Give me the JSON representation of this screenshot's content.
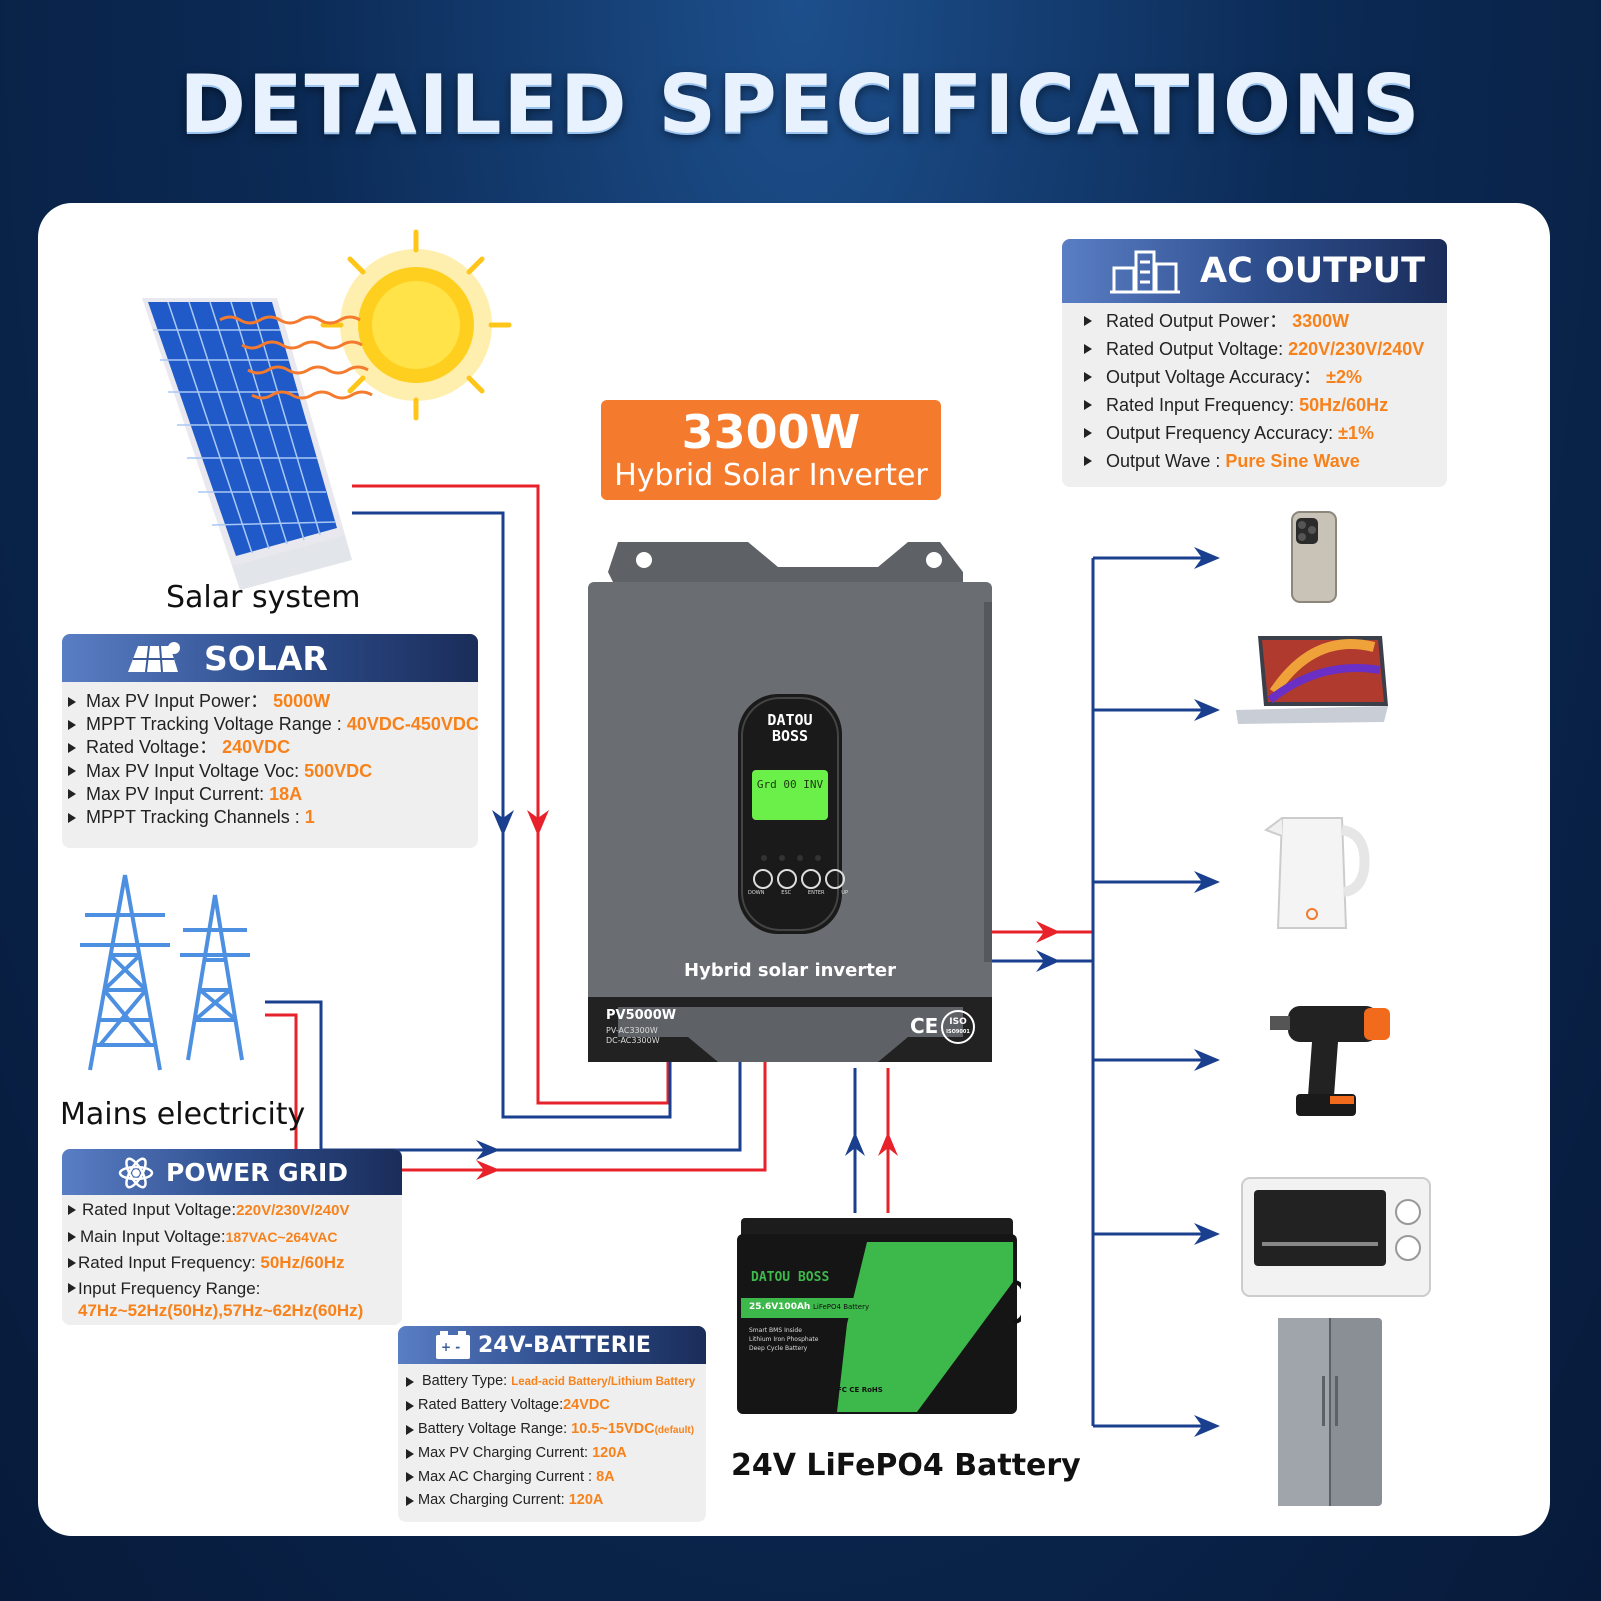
{
  "title": "DETAILED SPECIFICATIONS",
  "badge": {
    "power": "3300W",
    "subtitle": "Hybrid Solar Inverter"
  },
  "inverter": {
    "brand_line1": "DATOU",
    "brand_line2": "BOSS",
    "lcd_text": "Grd 00 INV",
    "buttons": [
      "DOWN",
      "ESC",
      "ENTER",
      "UP"
    ],
    "label": "Hybrid solar inverter",
    "model": "PV5000W",
    "model_sub1": "PV-AC3300W",
    "model_sub2": "DC-AC3300W",
    "cert_ce": "CE",
    "cert_iso": "ISO",
    "cert_iso_sub": "ISO9001"
  },
  "captions": {
    "solar": "Salar system",
    "mains": "Mains electricity",
    "battery": "24V LiFePO4 Battery"
  },
  "solar": {
    "title": "SOLAR",
    "items": [
      {
        "label": "Max PV Input Power： ",
        "value": "5000W"
      },
      {
        "label": "MPPT Tracking Voltage Range : ",
        "value": "40VDC-450VDC"
      },
      {
        "label": "Rated Voltage： ",
        "value": "240VDC"
      },
      {
        "label": "Max PV Input Voltage Voc: ",
        "value": "500VDC"
      },
      {
        "label": "Max PV Input Current: ",
        "value": "18A"
      },
      {
        "label": "MPPT Tracking Channels : ",
        "value": "1"
      }
    ]
  },
  "ac_output": {
    "title": "AC OUTPUT",
    "items": [
      {
        "label": "Rated Output Power： ",
        "value": "3300W"
      },
      {
        "label": "Rated Output Voltage: ",
        "value": "220V/230V/240V"
      },
      {
        "label": "Output Voltage Accuracy： ",
        "value": "±2%"
      },
      {
        "label": "Rated Input Frequency: ",
        "value": "50Hz/60Hz"
      },
      {
        "label": "Output Frequency Accuracy: ",
        "value": "±1%"
      },
      {
        "label": "Output Wave : ",
        "value": "Pure Sine Wave"
      }
    ]
  },
  "power_grid": {
    "title": "POWER GRID",
    "items": [
      {
        "label": "Rated Input Voltage:",
        "value": "220V/230V/240V"
      },
      {
        "label": "Main Input Voltage:",
        "value": "187VAC~264VAC"
      },
      {
        "label": "Rated Input Frequency: ",
        "value": "50Hz/60Hz"
      },
      {
        "label": "Input Frequency Range:",
        "value": ""
      }
    ],
    "extra_value": "47Hz~52Hz(50Hz),57Hz~62Hz(60Hz)"
  },
  "battery_panel": {
    "title": "24V-BATTERIE",
    "items": [
      {
        "label": "Battery Type: ",
        "value": "Lead-acid Battery/Lithium Battery"
      },
      {
        "label": "Rated Battery Voltage:",
        "value": "24VDC"
      },
      {
        "label": "Battery Voltage Range: ",
        "value": "10.5~15VDC",
        "note": "(default)"
      },
      {
        "label": "Max PV Charging Current: ",
        "value": "120A"
      },
      {
        "label": "Max AC Charging Current : ",
        "value": "8A"
      },
      {
        "label": "Max Charging Current: ",
        "value": "120A"
      }
    ]
  },
  "battery_device": {
    "brand": "DATOU BOSS",
    "spec": "25.6V100Ah",
    "type": "LiFePO4 Battery",
    "desc1": "Smart BMS Inside",
    "desc2": "Lithium Iron Phosphate",
    "desc3": "Deep Cycle Battery",
    "certs": "FC CE RoHS"
  },
  "colors": {
    "positive": "#e8222a",
    "negative": "#1a3f8f",
    "accent": "#f47a2d"
  },
  "devices": [
    "smartphone-icon",
    "laptop-icon",
    "kettle-icon",
    "drill-icon",
    "oven-icon",
    "refrigerator-icon"
  ]
}
